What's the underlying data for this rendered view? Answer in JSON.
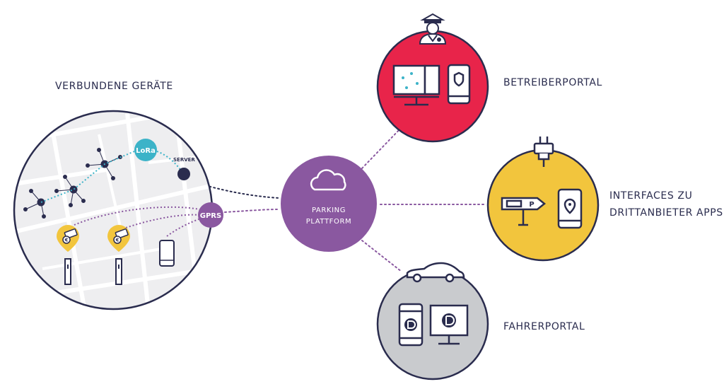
{
  "labels": {
    "devices": "VERBUNDENE GERÄTE",
    "operator": "BETREIBERPORTAL",
    "interfaces_line1": "INTERFACES ZU",
    "interfaces_line2": "DRITTANBIETER APPS",
    "driver": "FAHRERPORTAL",
    "platform_line1": "PARKING",
    "platform_line2": "PLATTFORM",
    "lora": "LoRa",
    "server": "SERVER",
    "gprs": "GPRS",
    "parking_sign": "P"
  },
  "colors": {
    "navy": "#2a2c4e",
    "red": "#e8244a",
    "yellow": "#f2c53d",
    "purple": "#8a58a0",
    "teal": "#3cb3c8",
    "gray": "#c9cbce",
    "map_bg": "#eeeef0"
  },
  "icons": {
    "operator": "officer-icon",
    "interfaces": "plug-icon",
    "driver": "car-icon",
    "platform": "cloud-icon"
  }
}
